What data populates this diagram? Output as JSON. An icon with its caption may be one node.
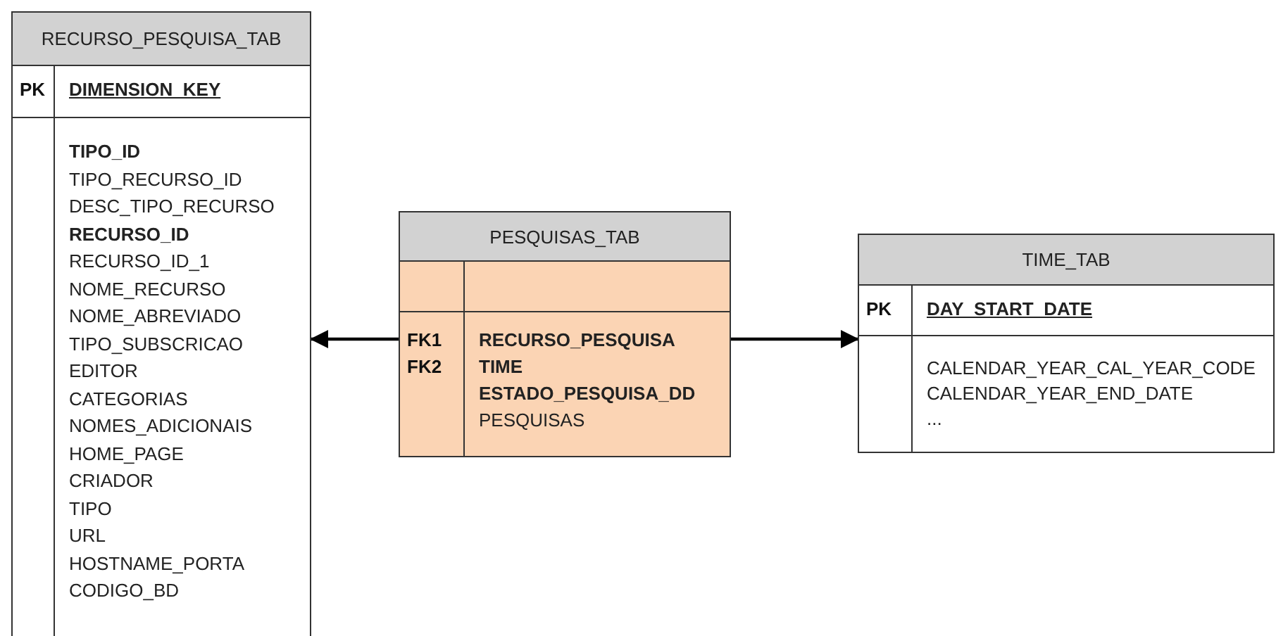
{
  "diagram": {
    "nodes": [
      {
        "text": [
          "RECURSO_PESQUISA_TAB"
        ]
      },
      {
        "text": [
          "PK",
          "DIMENSION_KEY"
        ],
        "in": 0
      },
      {
        "text": [
          "**TIPO_ID** TIPO_RECURSO_ID DESC_TIPO_RECURSO **RECURSO_ID** RECURSO_ID_1 NOME_RECURSO NOME_ABREVIADO TIPO_SUBSCRICAO EDITOR CATEGORIAS NOMES_ADICIONAIS HOME_PAGE CRIADOR TIPO URL HOSTNAME_PORTA CODIGO_BD"
        ],
        "in": 0
      },
      {
        "text": [
          "PESQUISAS_TAB"
        ]
      },
      {
        "text": [],
        "shape": "box",
        "in": 3
      },
      {
        "text": [
          "FK1 FK2",
          "**RECURSO_PESQUISA TIME ESTADO_PESQUISA_DD** PESQUISAS"
        ],
        "in": 3
      },
      {
        "text": [
          "TIME_TAB"
        ]
      },
      {
        "text": [
          "PK",
          "DAY_START_DATE"
        ],
        "in": 6
      },
      {
        "text": [
          "CALENDAR_YEAR_CAL_YEAR_CODE CALENDAR_YEAR_END_DATE ..."
        ],
        "in": 6
      }
    ],
    "edges": [
      {
        "from": 5,
        "to": 2,
        "arrow": "to"
      },
      {
        "from": 5,
        "to": 8,
        "arrow": "to"
      }
    ]
  }
}
